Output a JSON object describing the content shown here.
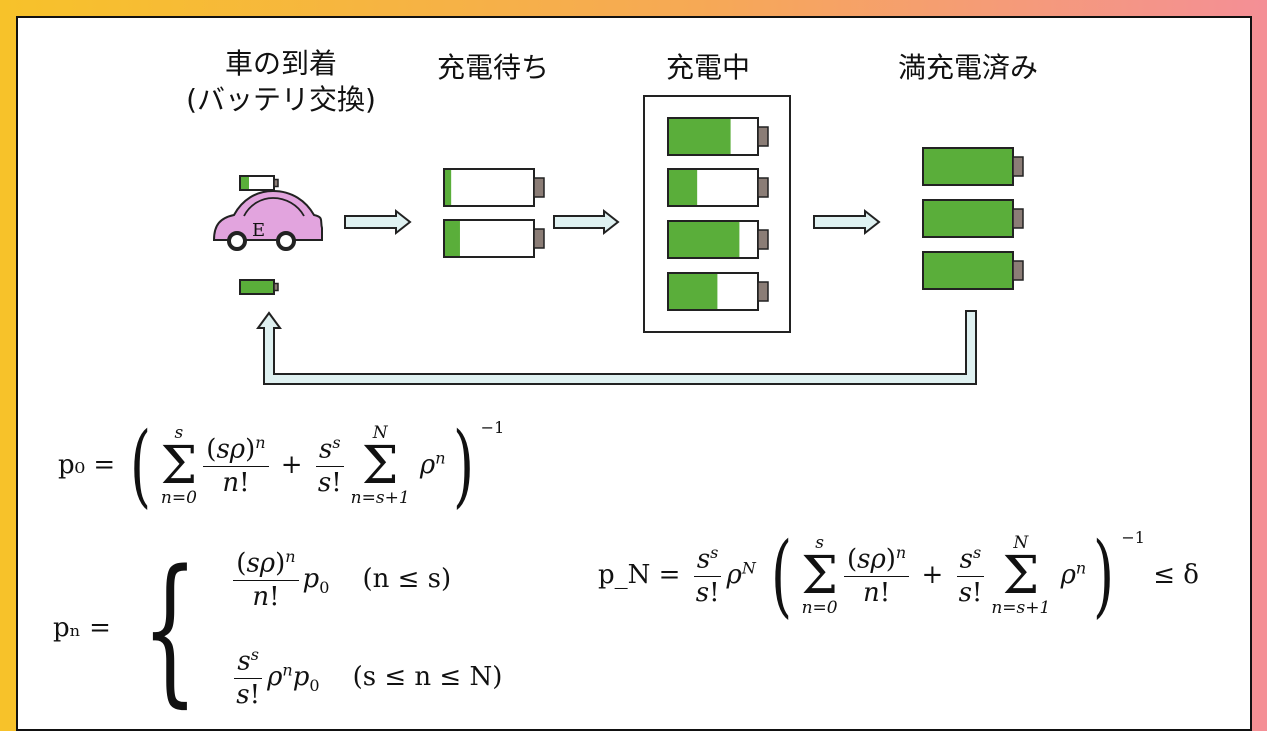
{
  "stages": {
    "arrival_line1": "車の到着",
    "arrival_line2": "(バッテリ交換)",
    "waiting": "充電待ち",
    "charging": "充電中",
    "full": "満充電済み"
  },
  "car_letter": "E",
  "colors": {
    "battery_fill": "#5aae3a",
    "battery_terminal": "#8b7d76",
    "car_body": "#e2a4de",
    "arrow_fill": "#dff1f1",
    "background_left": "#f7c22a",
    "background_right": "#f48f96"
  },
  "battery_levels": {
    "car_top": 0.25,
    "car_removed": 1.0,
    "waiting": [
      0.07,
      0.17
    ],
    "charging": [
      0.7,
      0.32,
      0.8,
      0.55
    ],
    "full": [
      1.0,
      1.0,
      1.0
    ]
  },
  "equations": {
    "p0_lhs": "p₀ =",
    "p0_outer_exp": "−1",
    "pn_lhs": "pₙ =",
    "pn_case1_cond": "(n ≤ s)",
    "pn_case2_cond": "(s ≤ n ≤ N)",
    "pN_lhs": "p_N =",
    "pN_rhs": "≤ δ"
  }
}
